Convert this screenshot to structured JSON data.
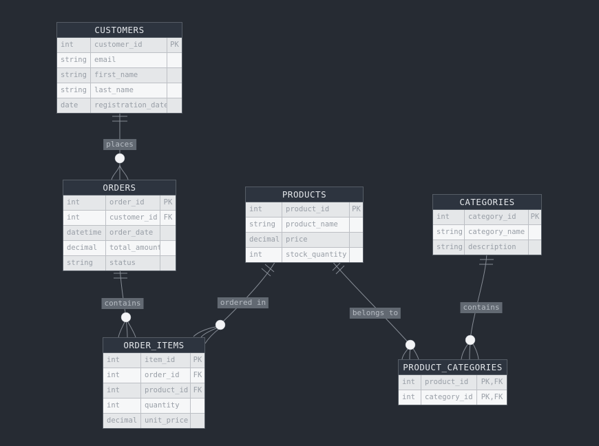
{
  "diagram": {
    "type": "entity-relationship",
    "colors": {
      "canvas_bg": "#262b33",
      "table_header_bg": "#2d343f",
      "table_header_text": "#e3e6ea",
      "row_bg": "#f6f7f8",
      "row_alt_bg": "#e5e7e9",
      "cell_text": "#989ea6",
      "connector_line": "#878d96",
      "junction_dot": "#f3f4f6",
      "label_chip_bg": "#626972",
      "label_text": "#b6bcc3"
    }
  },
  "tables": {
    "customers": {
      "title": "CUSTOMERS",
      "rows": [
        {
          "type": "int",
          "name": "customer_id",
          "key": "PK"
        },
        {
          "type": "string",
          "name": "email",
          "key": ""
        },
        {
          "type": "string",
          "name": "first_name",
          "key": ""
        },
        {
          "type": "string",
          "name": "last_name",
          "key": ""
        },
        {
          "type": "date",
          "name": "registration_date",
          "key": ""
        }
      ]
    },
    "orders": {
      "title": "ORDERS",
      "rows": [
        {
          "type": "int",
          "name": "order_id",
          "key": "PK"
        },
        {
          "type": "int",
          "name": "customer_id",
          "key": "FK"
        },
        {
          "type": "datetime",
          "name": "order_date",
          "key": ""
        },
        {
          "type": "decimal",
          "name": "total_amount",
          "key": ""
        },
        {
          "type": "string",
          "name": "status",
          "key": ""
        }
      ]
    },
    "products": {
      "title": "PRODUCTS",
      "rows": [
        {
          "type": "int",
          "name": "product_id",
          "key": "PK"
        },
        {
          "type": "string",
          "name": "product_name",
          "key": ""
        },
        {
          "type": "decimal",
          "name": "price",
          "key": ""
        },
        {
          "type": "int",
          "name": "stock_quantity",
          "key": ""
        }
      ]
    },
    "categories": {
      "title": "CATEGORIES",
      "rows": [
        {
          "type": "int",
          "name": "category_id",
          "key": "PK"
        },
        {
          "type": "string",
          "name": "category_name",
          "key": ""
        },
        {
          "type": "string",
          "name": "description",
          "key": ""
        }
      ]
    },
    "order_items": {
      "title": "ORDER_ITEMS",
      "rows": [
        {
          "type": "int",
          "name": "item_id",
          "key": "PK"
        },
        {
          "type": "int",
          "name": "order_id",
          "key": "FK"
        },
        {
          "type": "int",
          "name": "product_id",
          "key": "FK"
        },
        {
          "type": "int",
          "name": "quantity",
          "key": ""
        },
        {
          "type": "decimal",
          "name": "unit_price",
          "key": ""
        }
      ]
    },
    "product_categories": {
      "title": "PRODUCT_CATEGORIES",
      "rows": [
        {
          "type": "int",
          "name": "product_id",
          "key": "PK,FK"
        },
        {
          "type": "int",
          "name": "category_id",
          "key": "PK,FK"
        }
      ]
    }
  },
  "relationships": [
    {
      "label": "places",
      "from": "CUSTOMERS",
      "to": "ORDERS",
      "cardinality": "one-to-many"
    },
    {
      "label": "contains",
      "from": "ORDERS",
      "to": "ORDER_ITEMS",
      "cardinality": "one-to-many"
    },
    {
      "label": "ordered in",
      "from": "PRODUCTS",
      "to": "ORDER_ITEMS",
      "cardinality": "one-to-many"
    },
    {
      "label": "belongs to",
      "from": "PRODUCTS",
      "to": "PRODUCT_CATEGORIES",
      "cardinality": "one-to-many"
    },
    {
      "label": "contains",
      "from": "CATEGORIES",
      "to": "PRODUCT_CATEGORIES",
      "cardinality": "one-to-many"
    }
  ]
}
